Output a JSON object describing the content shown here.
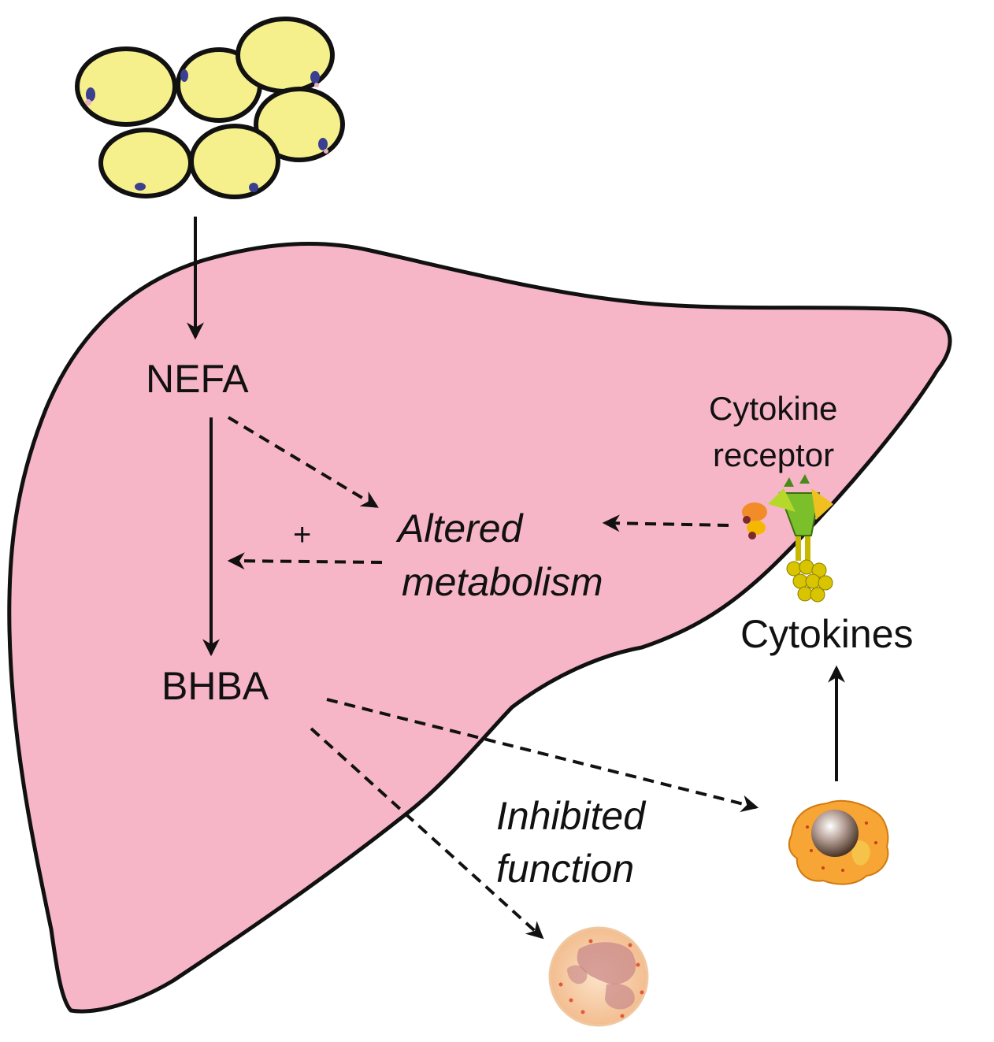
{
  "labels": {
    "nefa": "NEFA",
    "bhba": "BHBA",
    "altered_line1": "Altered",
    "altered_line2": "metabolism",
    "plus": "+",
    "receptor_line1": "Cytokine",
    "receptor_line2": "receptor",
    "cytokines": "Cytokines",
    "inhibited_line1": "Inhibited",
    "inhibited_line2": "function"
  },
  "colors": {
    "liver": "#f7b6c8",
    "adipocyte": "#f6f08c",
    "outline": "#111111",
    "macrophage": "#f7a534",
    "neutrophil": "#f6c99a"
  },
  "icons": [
    "adipocyte-cluster-icon",
    "cytokine-receptor-icon",
    "macrophage-icon",
    "neutrophil-icon"
  ]
}
